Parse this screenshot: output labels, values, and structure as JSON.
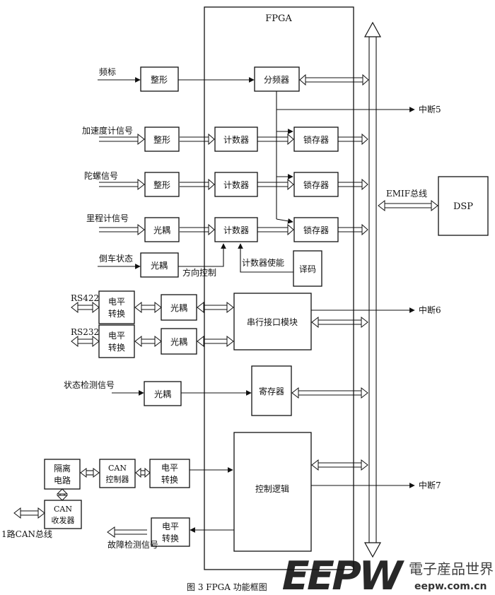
{
  "fpga_label": "FPGA",
  "caption": "图 3   FPGA 功能框图",
  "watermark": {
    "brand": "EEPW",
    "site": "電子産品世界",
    "url": "eepw.com.cn",
    "colors": {
      "brand": "#d9302c"
    }
  },
  "inputs": {
    "freq": "频标",
    "accel": "加速度计信号",
    "gyro": "陀螺信号",
    "odo": "里程计信号",
    "reverse": "倒车状态",
    "rs422": "RS422",
    "rs232": "RS232",
    "status": "状态检测信号",
    "can_bus": "1路CAN总线",
    "fault": "故障检测信号"
  },
  "blocks": {
    "shape1": "整形",
    "shape2": "整形",
    "shape3": "整形",
    "opto1": "光耦",
    "opto2": "光耦",
    "divider": "分频器",
    "counter1": "计数器",
    "counter2": "计数器",
    "counter3": "计数器",
    "latch1": "锁存器",
    "latch2": "锁存器",
    "latch3": "锁存器",
    "decode": "译码",
    "level1": [
      "电平",
      "转换"
    ],
    "level2": [
      "电平",
      "转换"
    ],
    "opto3": "光耦",
    "opto4": "光耦",
    "serial": "串行接口模块",
    "opto5": "光耦",
    "register": "寄存器",
    "isolation": [
      "隔离",
      "电路"
    ],
    "can_ctrl": [
      "CAN",
      "控制器"
    ],
    "level3": [
      "电平",
      "转换"
    ],
    "can_xcvr": [
      "CAN",
      "收发器"
    ],
    "level4": [
      "电平",
      "转换"
    ],
    "control": "控制逻辑",
    "dsp": "DSP"
  },
  "labels": {
    "dir_ctrl": "方向控制",
    "counter_en": "计数器使能",
    "emif": "EMIF总线",
    "int5": "中断5",
    "int6": "中断6",
    "int7": "中断7"
  }
}
